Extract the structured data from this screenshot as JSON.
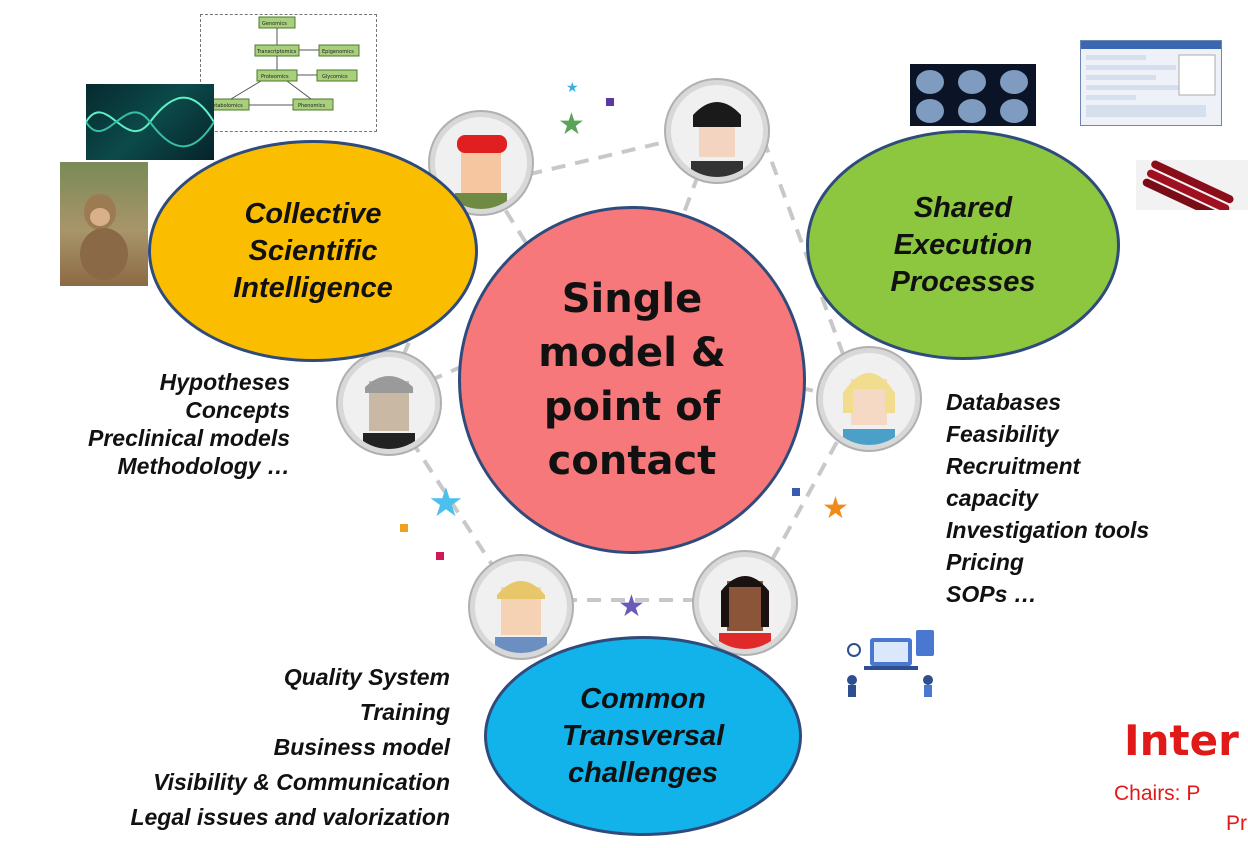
{
  "center": {
    "text": "Single\nmodel &\npoint of\ncontact"
  },
  "bubbles": {
    "left": {
      "text": "Collective\nScientific\nIntelligence"
    },
    "right": {
      "text": "Shared\nExecution\nProcesses"
    },
    "bottom": {
      "text": "Common\nTransversal\nchallenges"
    }
  },
  "lists": {
    "left": [
      "Hypotheses",
      "Concepts",
      "Preclinical models",
      "Methodology …"
    ],
    "right": [
      "Databases",
      "Feasibility",
      "Recruitment",
      "capacity",
      "Investigation tools",
      "Pricing",
      "SOPs …"
    ],
    "bottom": [
      "Quality System",
      "Training",
      "Business model",
      "Visibility & Communication",
      "Legal issues and valorization"
    ]
  },
  "footer": {
    "title": "Inter",
    "chairs": "Chairs: P",
    "chairs_line2": "Pr"
  },
  "omics_diagram": {
    "nodes": [
      "Genomics",
      "Transcriptomics",
      "Epigenomics",
      "Proteomics",
      "Glycomics",
      "Metabolomics",
      "Phenomics"
    ]
  },
  "colors": {
    "center": "#f7787a",
    "left_bubble": "#fbbd00",
    "right_bubble": "#8dc63f",
    "bottom_bubble": "#11b3ea",
    "outline": "#2f4b7c",
    "footer_red": "#e11919"
  }
}
